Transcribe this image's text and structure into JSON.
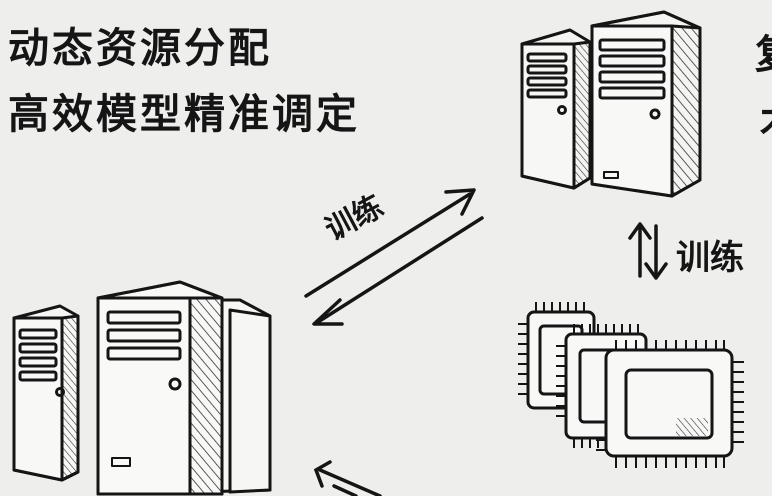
{
  "title": {
    "line1": "动态资源分配",
    "line2": "高效模型精准调定"
  },
  "cut_text": {
    "line1": "复",
    "line2": "木"
  },
  "labels": {
    "diagonal_train": "训练",
    "vertical_train": "训练"
  },
  "icons": {
    "server_top_right": "server-tower-pair-icon",
    "server_bottom_left": "server-tower-group-icon",
    "chips": "cpu-chip-stack-icon"
  },
  "colors": {
    "ink": "#151515",
    "paper": "#eeeeec",
    "hatch": "#333333"
  }
}
